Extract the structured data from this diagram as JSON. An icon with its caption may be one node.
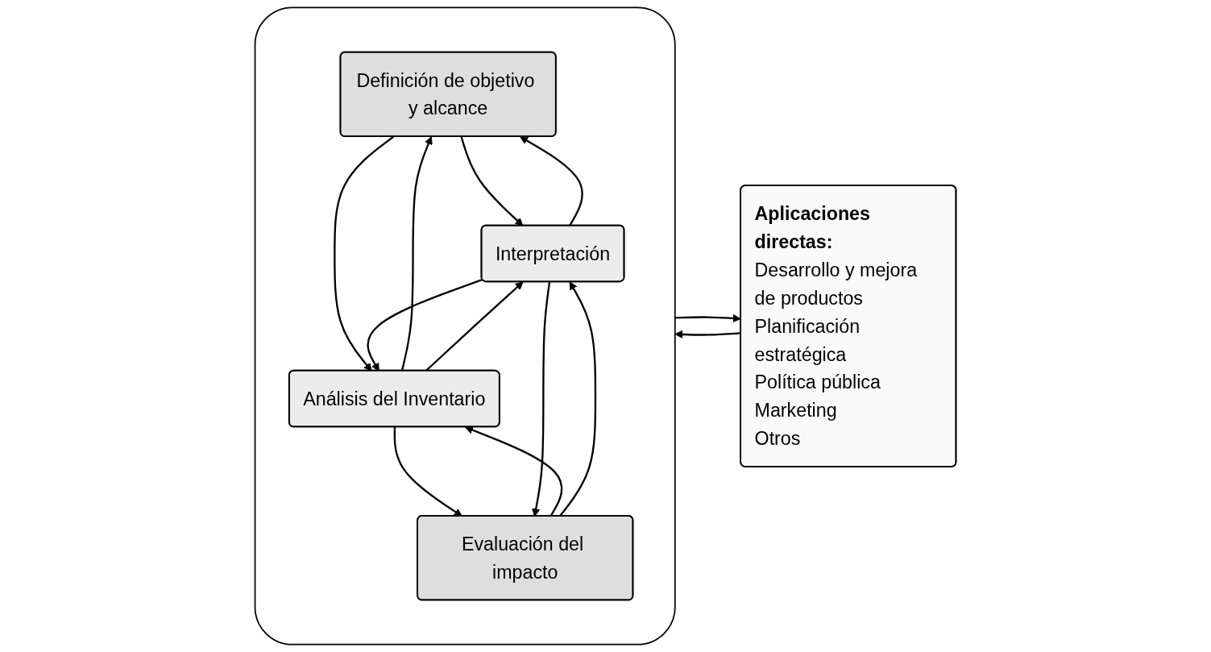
{
  "diagram": {
    "nodes": [
      {
        "text": [],
        "shape": "box"
      },
      {
        "text": [
          "Definición de objetivo y alcance"
        ],
        "in": 0
      },
      {
        "text": [
          "Análisis del Inventario"
        ],
        "in": 0
      },
      {
        "text": [
          "Evaluación del impacto"
        ],
        "in": 0
      },
      {
        "text": [
          "Interpretación"
        ],
        "in": 0
      },
      {
        "text": [
          "Aplicaciones directas:",
          "Desarrollo y mejora de productos",
          "Planificación estratégica",
          "Política pública",
          "Marketing",
          "Otros"
        ]
      }
    ],
    "edges": [
      {
        "from": 1,
        "to": 4,
        "arrow": "to"
      },
      {
        "from": 4,
        "to": 1,
        "arrow": "to"
      },
      {
        "from": 1,
        "to": 2,
        "arrow": "to"
      },
      {
        "from": 2,
        "to": 1,
        "arrow": "to"
      },
      {
        "from": 2,
        "to": 4,
        "arrow": "to"
      },
      {
        "from": 4,
        "to": 2,
        "arrow": "to"
      },
      {
        "from": 2,
        "to": 3,
        "arrow": "to"
      },
      {
        "from": 3,
        "to": 2,
        "arrow": "to"
      },
      {
        "from": 3,
        "to": 4,
        "arrow": "to"
      },
      {
        "from": 4,
        "to": 3,
        "arrow": "to"
      },
      {
        "from": 0,
        "to": 5,
        "arrow": "to"
      },
      {
        "from": 5,
        "to": 0,
        "arrow": "to"
      }
    ]
  }
}
